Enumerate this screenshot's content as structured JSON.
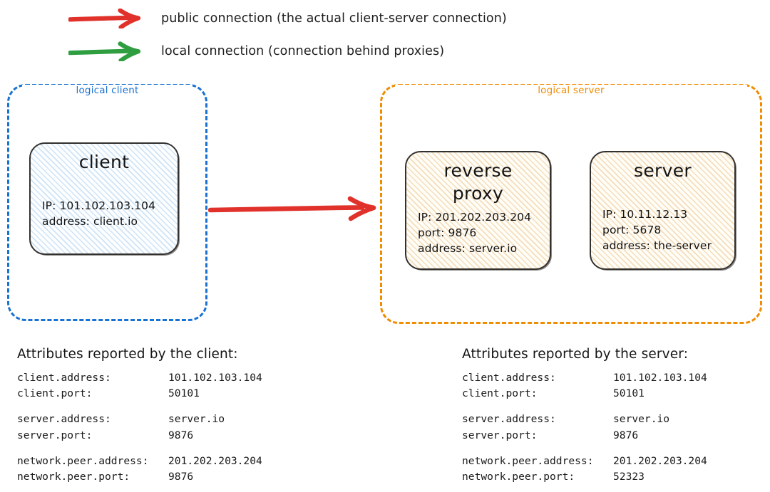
{
  "legend": {
    "items": [
      {
        "id": "public",
        "color": "#e0312a",
        "arrow_icon": "right-arrow-icon",
        "label": "public connection (the actual client-server connection)"
      },
      {
        "id": "local",
        "color": "#2f9e41",
        "arrow_icon": "right-arrow-icon",
        "label": "local connection (connection behind proxies)"
      }
    ]
  },
  "diagram": {
    "main_arrow": {
      "color": "#e0312a",
      "kind": "public connection"
    },
    "logical_client": {
      "title": "logical client",
      "color": "#1971d2",
      "nodes": [
        {
          "id": "client",
          "title": "client",
          "attrs": [
            "IP: 101.102.103.104",
            "address: client.io"
          ]
        }
      ]
    },
    "logical_server": {
      "title": "logical server",
      "color": "#f08c00",
      "nodes": [
        {
          "id": "reverse-proxy",
          "title": "reverse\nproxy",
          "attrs": [
            "IP: 201.202.203.204",
            "port: 9876",
            "address: server.io"
          ]
        },
        {
          "id": "server",
          "title": "server",
          "attrs": [
            "IP: 10.11.12.13",
            "port: 5678",
            "address: the-server"
          ]
        }
      ]
    }
  },
  "attributes_client": {
    "heading": "Attributes reported by the client:",
    "groups": [
      [
        {
          "key": "client.address:",
          "value": "101.102.103.104"
        },
        {
          "key": "client.port:",
          "value": "50101"
        }
      ],
      [
        {
          "key": "server.address:",
          "value": "server.io"
        },
        {
          "key": "server.port:",
          "value": "9876"
        }
      ],
      [
        {
          "key": "network.peer.address:",
          "value": "201.202.203.204"
        },
        {
          "key": "network.peer.port:",
          "value": "9876"
        }
      ]
    ]
  },
  "attributes_server": {
    "heading": "Attributes reported by the server:",
    "groups": [
      [
        {
          "key": "client.address:",
          "value": "101.102.103.104"
        },
        {
          "key": "client.port:",
          "value": "50101"
        }
      ],
      [
        {
          "key": "server.address:",
          "value": "server.io"
        },
        {
          "key": "server.port:",
          "value": "9876"
        }
      ],
      [
        {
          "key": "network.peer.address:",
          "value": "201.202.203.204"
        },
        {
          "key": "network.peer.port:",
          "value": "52323"
        }
      ]
    ]
  }
}
